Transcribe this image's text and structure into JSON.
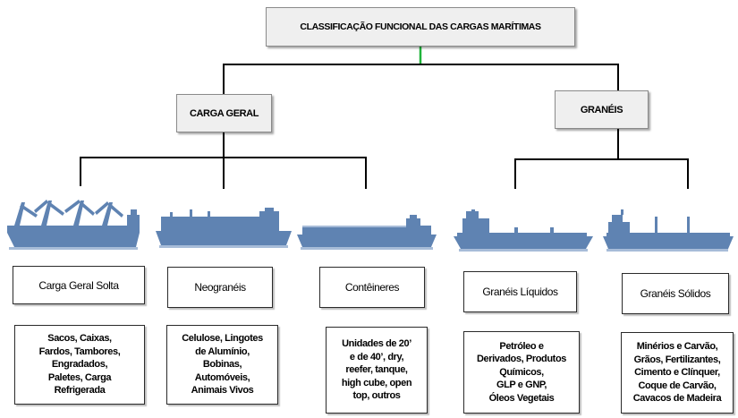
{
  "title": "CLASSIFICAÇÃO FUNCIONAL DAS CARGAS MARÍTIMAS",
  "categories": {
    "general": "CARGA GERAL",
    "bulk": "GRANÉIS"
  },
  "subcategories": [
    {
      "label": "Carga Geral Solta",
      "ship_icon": "crane-cargo-ship-icon",
      "items": [
        "Sacos, Caixas,",
        "Fardos, Tambores,",
        "Engradados,",
        "Paletes, Carga",
        "Refrigerada"
      ]
    },
    {
      "label": "Neogranéis",
      "ship_icon": "roro-vessel-icon",
      "items": [
        "Celulose, Lingotes",
        "de Alumínio,",
        "Bobinas,",
        "Automóveis,",
        "Animais Vivos"
      ]
    },
    {
      "label": "Contêineres",
      "ship_icon": "container-ship-icon",
      "items": [
        "Unidades de 20’",
        "e de 40’, dry,",
        "reefer, tanque,",
        "high cube, open",
        "top, outros"
      ]
    },
    {
      "label": "Granéis Líquidos",
      "ship_icon": "tanker-ship-icon",
      "items": [
        "Petróleo e",
        "Derivados, Produtos",
        "Químicos,",
        "GLP e GNP,",
        "Óleos Vegetais"
      ]
    },
    {
      "label": "Granéis Sólidos",
      "ship_icon": "bulk-carrier-icon",
      "items": [
        "Minérios e Carvão,",
        "Grãos, Fertilizantes,",
        "Cimento e Clínquer,",
        "Coque de Carvão,",
        "Cavacos de Madeira"
      ]
    }
  ],
  "colors": {
    "ship": "#5f83b2",
    "ship_light": "#a7bcd8",
    "connector": "#000000",
    "title_stub": "#1fb33a",
    "box_gray": "#efefef"
  }
}
